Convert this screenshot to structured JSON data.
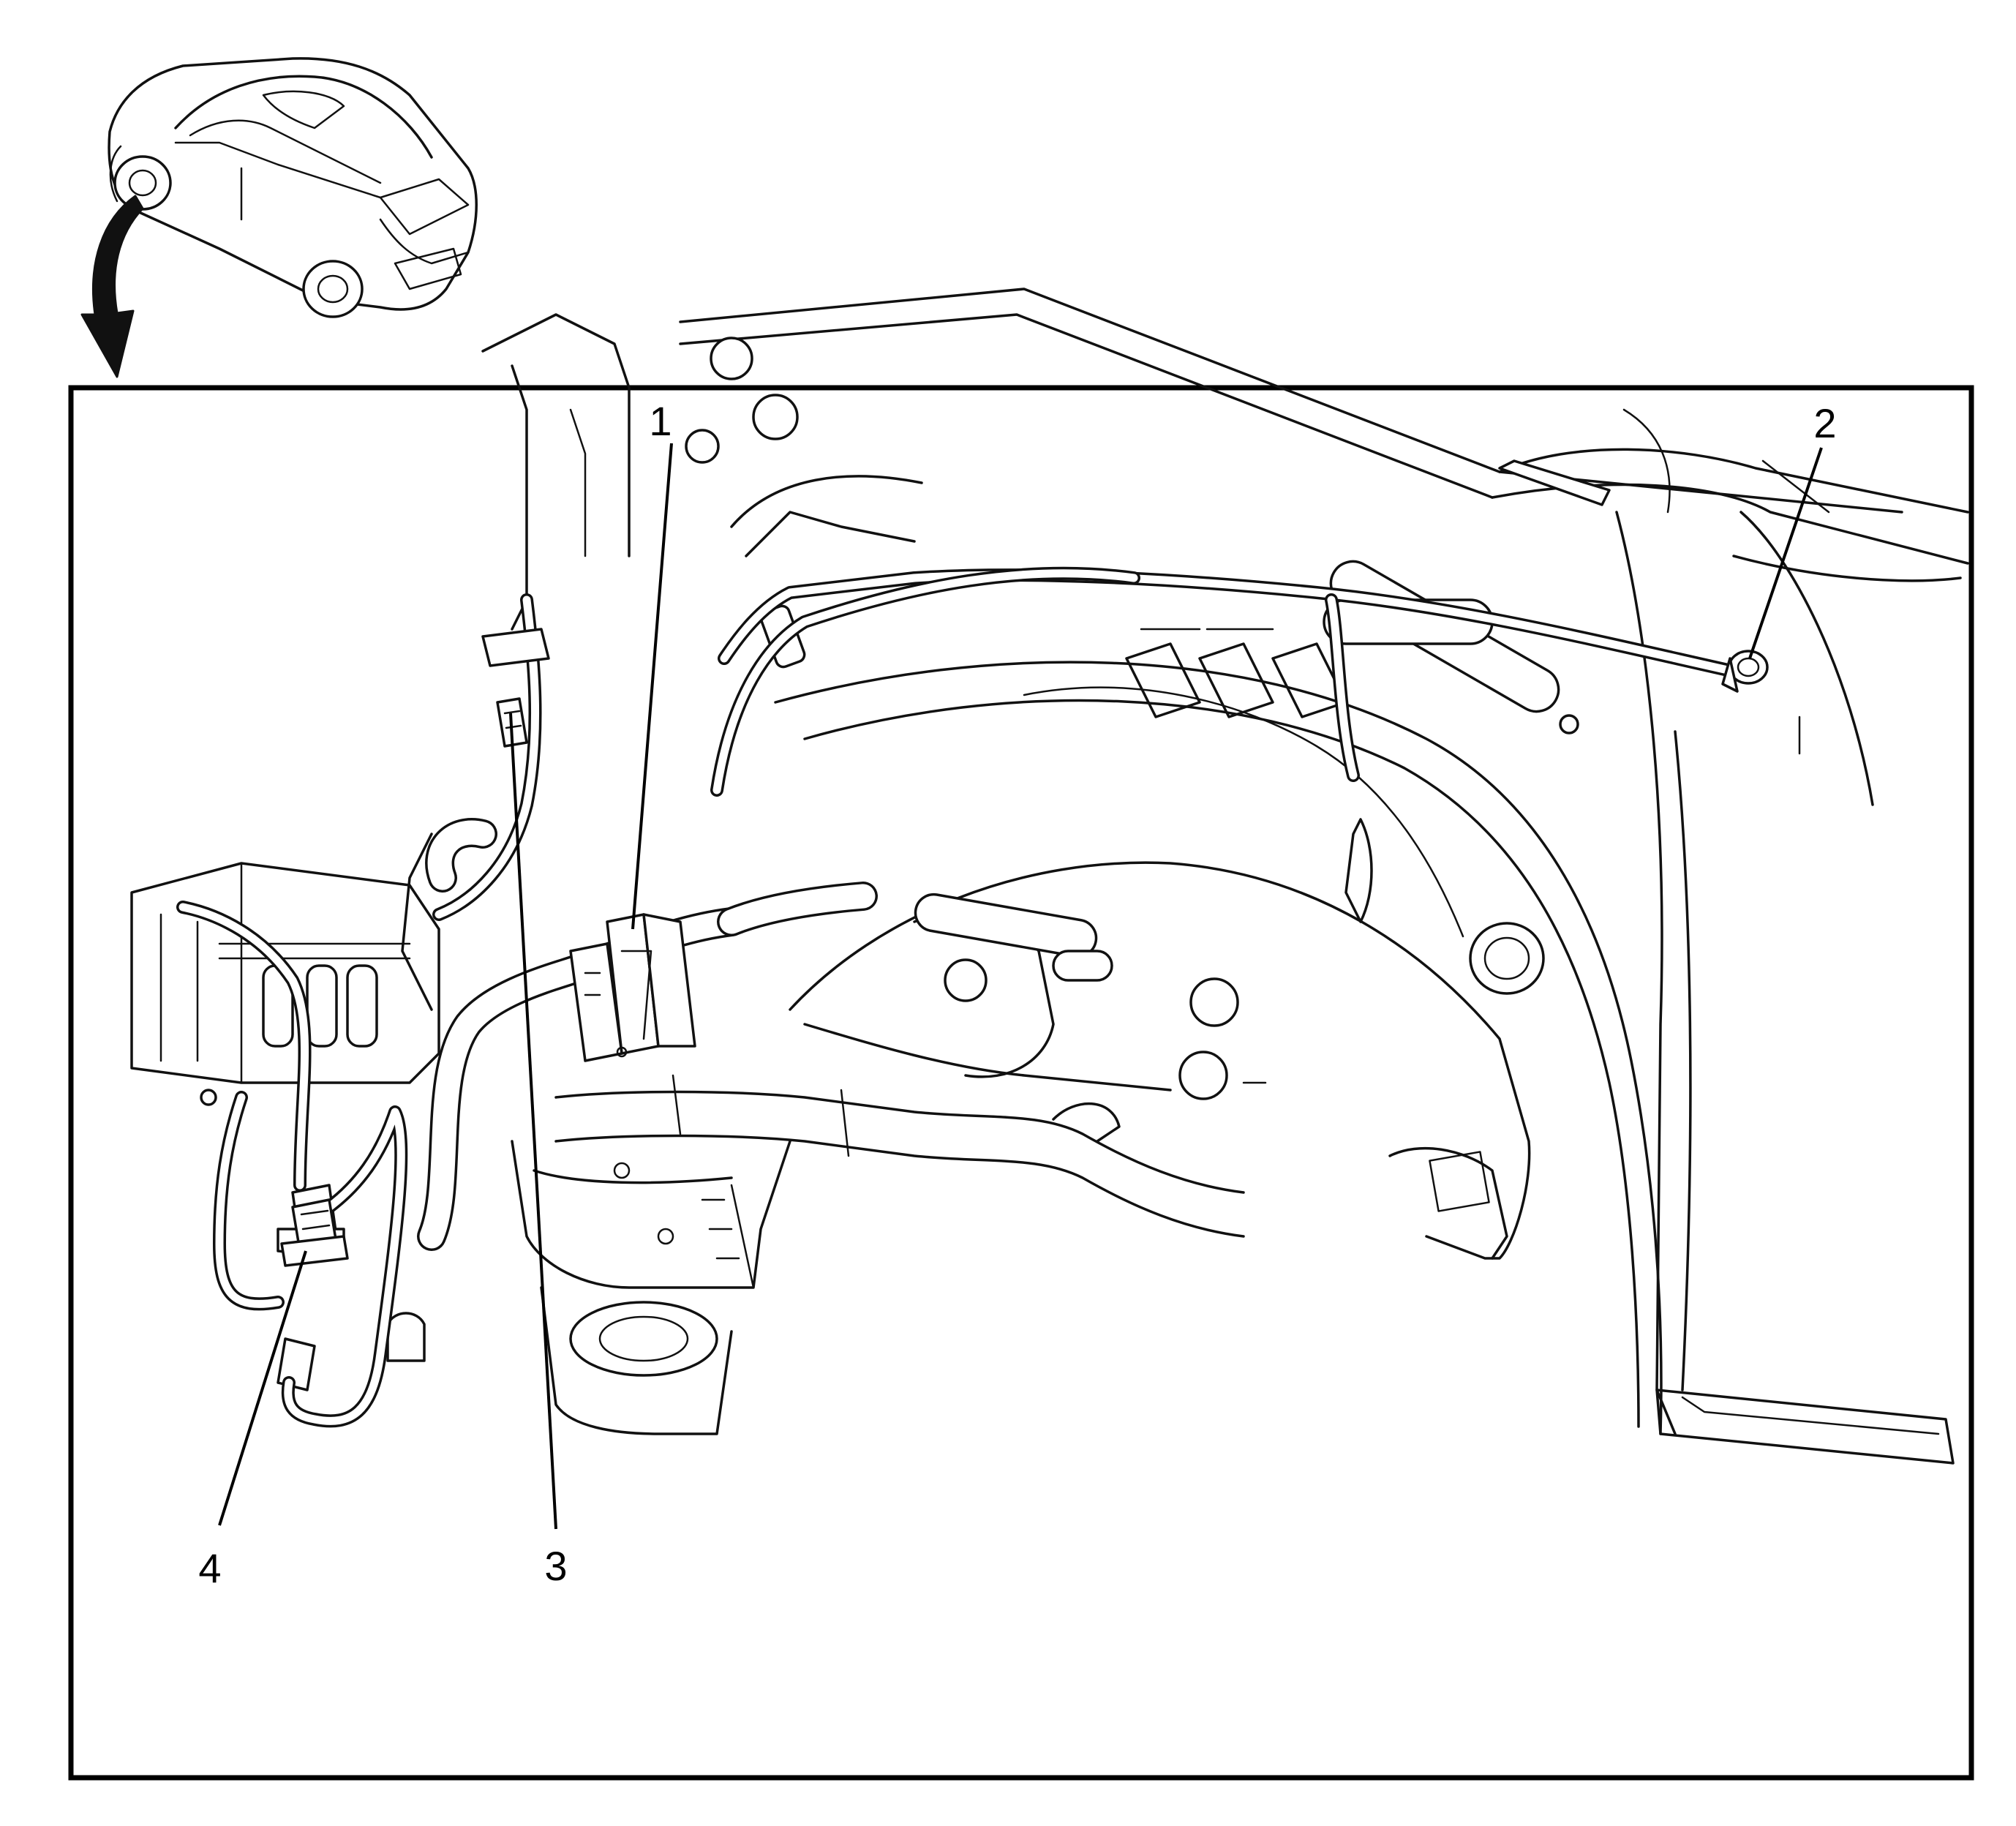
{
  "callouts": [
    {
      "id": "1",
      "label": "1"
    },
    {
      "id": "2",
      "label": "2"
    },
    {
      "id": "3",
      "label": "3"
    },
    {
      "id": "4",
      "label": "4"
    }
  ],
  "colors": {
    "line": "#111111",
    "background": "#ffffff"
  },
  "icons": {
    "locator": "vehicle-locator-icon",
    "arrow": "curved-arrow-icon"
  }
}
